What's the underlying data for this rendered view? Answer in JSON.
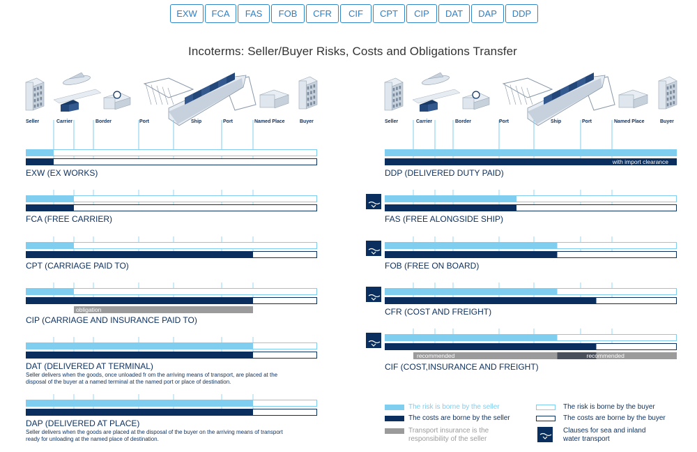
{
  "tabs": [
    "EXW",
    "FCA",
    "FAS",
    "FOB",
    "CFR",
    "CIF",
    "CPT",
    "CIP",
    "DAT",
    "DAP",
    "DDP"
  ],
  "title": "Incoterms: Seller/Buyer Risks, Costs and Obligations Transfer",
  "stages": [
    "Seller",
    "Carrier",
    "Border",
    "Port",
    "Ship",
    "Port",
    "Named Place",
    "Buyer"
  ],
  "colors": {
    "risk_seller": "#7fcdef",
    "cost_seller": "#0a2f5e",
    "insurance": "#9b9b9b",
    "buyer_border": "#7fcdef"
  },
  "left_terms": [
    {
      "code": "EXW",
      "label": "EXW (EX WORKS)",
      "risk_until_stage": 1,
      "cost_until_stage": 1
    },
    {
      "code": "FCA",
      "label": "FCA (FREE CARRIER)",
      "risk_until_stage": 2,
      "cost_until_stage": 2
    },
    {
      "code": "CPT",
      "label": "CPT (CARRIAGE PAID TO)",
      "risk_until_stage": 2,
      "cost_until_stage": 7
    },
    {
      "code": "CIP",
      "label": "CIP (CARRIAGE AND INSURANCE PAID TO)",
      "risk_until_stage": 2,
      "cost_until_stage": 7,
      "insurance_label": "obligation"
    },
    {
      "code": "DAT",
      "label": "DAT (DELIVERED AT TERMINAL)",
      "risk_until_stage": 7,
      "cost_until_stage": 7,
      "description": "Seller delivers when the goods, once unloaded fr om the arriving means of transport, are placed at the disposal of the buyer at a named terminal at the named port or place of destination."
    },
    {
      "code": "DAP",
      "label": "DAP (DELIVERED AT PLACE)",
      "risk_until_stage": 7,
      "cost_until_stage": 7,
      "description": "Seller delivers when the goods are placed at the disposal of the buyer on the arriving means of transport ready for unloading at the named place of destination."
    }
  ],
  "right_terms": [
    {
      "code": "DDP",
      "label": "DDP (DELIVERED DUTY PAID)",
      "risk_until_stage": 8,
      "cost_until_stage": 8,
      "cost_note": "with import clearance"
    },
    {
      "code": "FAS",
      "label": "FAS (FREE ALONGSIDE SHIP)",
      "sea": true,
      "risk_until_stage": 4.5,
      "cost_until_stage": 4.5
    },
    {
      "code": "FOB",
      "label": "FOB (FREE ON BOARD)",
      "sea": true,
      "risk_until_stage": 5.5,
      "cost_until_stage": 5.5
    },
    {
      "code": "CFR",
      "label": "CFR (COST AND FREIGHT)",
      "sea": true,
      "risk_until_stage": 5.5,
      "cost_until_stage": 6.5
    },
    {
      "code": "CIF",
      "label": "CIF (COST,INSURANCE AND FREIGHT)",
      "sea": true,
      "risk_until_stage": 5.5,
      "cost_until_stage": 6.5,
      "insurance_label": "recommended"
    }
  ],
  "legend": {
    "risk_seller": "The risk is borne by the seller",
    "cost_seller": "The costs are borne by the seller",
    "insurance_line1": "Transport insurance is the",
    "insurance_line2": "responsibility of the seller",
    "risk_buyer": "The risk is borne by the buyer",
    "cost_buyer": "The costs are borne by the buyer",
    "sea_line1": "Clauses for sea and inland",
    "sea_line2": "water transport"
  }
}
